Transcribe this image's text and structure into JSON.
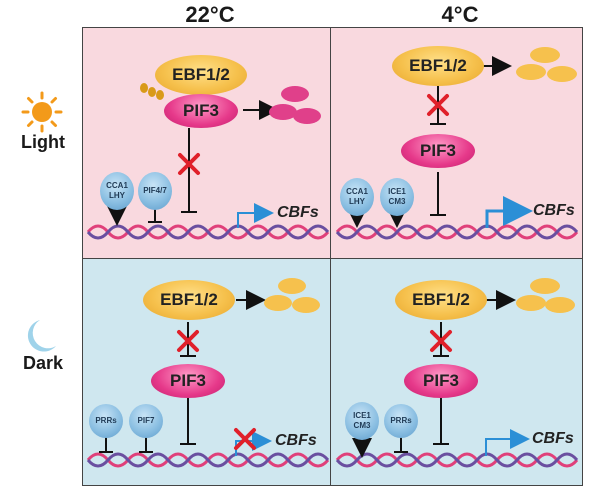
{
  "columns": [
    "22°C",
    "4°C"
  ],
  "rows": [
    "Light",
    "Dark"
  ],
  "labels": {
    "ebf": "EBF1/2",
    "pif": "PIF3",
    "cbfs": "CBFs"
  },
  "factors": {
    "light_22": [
      [
        "CCA1",
        "LHY"
      ],
      [
        "PIF4/7"
      ]
    ],
    "light_4": [
      [
        "CCA1",
        "LHY"
      ],
      [
        "ICE1",
        "CM3"
      ]
    ],
    "dark_22": [
      [
        "PRRs"
      ],
      [
        "PIF7"
      ]
    ],
    "dark_4": [
      [
        "ICE1",
        "CM3"
      ],
      [
        "PRRs"
      ]
    ]
  },
  "colors": {
    "light_bg": "#f9d9df",
    "dark_bg": "#cfe7ef",
    "ebf_yellow": "#f6c14d",
    "pif_magenta": "#e6398a",
    "factor_blue": "#8bbfe2",
    "block_red": "#e0202a",
    "arrow_blue": "#2b8fd6",
    "dna_pink": "#e0407a",
    "dna_purple": "#6a4fa0"
  },
  "icons": [
    "sun-icon",
    "moon-icon"
  ]
}
